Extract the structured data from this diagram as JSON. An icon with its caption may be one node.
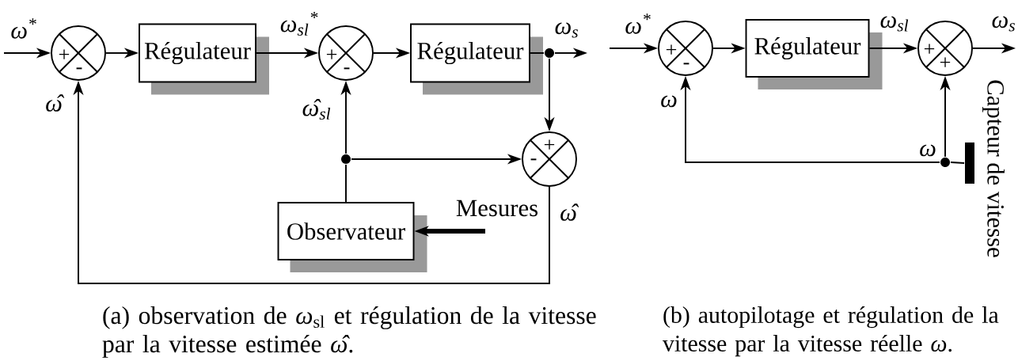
{
  "diagram": {
    "nodes": [
      {
        "text": [
          "+",
          "-"
        ]
      },
      {
        "text": [
          "Régulateur"
        ]
      },
      {
        "text": [
          "+",
          "-"
        ]
      },
      {
        "text": [
          "Régulateur"
        ]
      },
      {
        "text": [],
        "shape": "circle"
      },
      {
        "text": [
          "+",
          "-"
        ]
      },
      {
        "text": [],
        "shape": "circle"
      },
      {
        "text": [
          "Observateur"
        ]
      },
      {
        "text": [
          "+",
          "-"
        ]
      },
      {
        "text": [
          "Régulateur"
        ]
      },
      {
        "text": [
          "+",
          "+"
        ]
      },
      {
        "text": [],
        "shape": "circle"
      },
      {
        "text": [],
        "shape": "bar",
        "beside": [
          "Capteur de vitesse"
        ]
      }
    ],
    "edges": [
      {
        "from": null,
        "to": 0,
        "arrow": "to",
        "label": "ω$^{*}$"
      },
      {
        "from": 0,
        "to": 1,
        "arrow": "to"
      },
      {
        "from": 1,
        "to": 2,
        "arrow": "to",
        "label": "ω$_{sl}$$^{*}$"
      },
      {
        "from": 2,
        "to": 3,
        "arrow": "to"
      },
      {
        "from": 3,
        "to": 4,
        "arrow": "none"
      },
      {
        "from": 4,
        "to": null,
        "arrow": "to",
        "label": "ω$_{s}$"
      },
      {
        "from": 4,
        "to": 5,
        "arrow": "to"
      },
      {
        "from": 6,
        "to": 5,
        "arrow": "to"
      },
      {
        "from": 6,
        "to": 2,
        "arrow": "to",
        "label": "ω̂$_{sl}$"
      },
      {
        "from": 7,
        "to": 6,
        "arrow": "none"
      },
      {
        "from": 5,
        "to": 0,
        "arrow": "to",
        "label": "ω̂"
      },
      {
        "from": null,
        "to": 7,
        "arrow": "to",
        "style": "thick",
        "label": "Mesures"
      },
      {
        "from": null,
        "to": 8,
        "arrow": "to",
        "label": "ω$^{*}$"
      },
      {
        "from": 8,
        "to": 9,
        "arrow": "to"
      },
      {
        "from": 9,
        "to": 10,
        "arrow": "to",
        "label": "ω$_{sl}$"
      },
      {
        "from": 10,
        "to": null,
        "arrow": "to",
        "label": "ω$_{s}$"
      },
      {
        "from": 12,
        "to": 11,
        "arrow": "none"
      },
      {
        "from": 11,
        "to": 10,
        "arrow": "to",
        "label": "ω"
      },
      {
        "from": 11,
        "to": 8,
        "arrow": "to",
        "label": "ω"
      }
    ],
    "labels": [
      "ω̂",
      "(a) observation de *ω*$_{sl}$ et régulation de la vitesse par la vitesse estimée *ω̂*.",
      "(b) autopilotage et régulation de la vitesse par la vitesse réelle *ω*."
    ]
  }
}
